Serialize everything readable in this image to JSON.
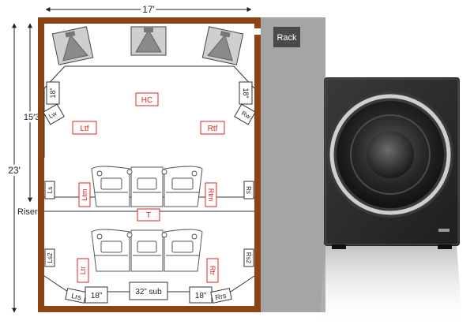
{
  "dimensions": {
    "width": "17′",
    "front_depth": "15′3″",
    "total_depth": "23′"
  },
  "riser_label": "Riser",
  "rack_label": "Rack",
  "colors": {
    "wall": "#8b4513",
    "outer": "#a0a0a0",
    "speaker_tag": "#e02020",
    "subwoofer_body": "#2d2d2d"
  },
  "speakers": {
    "hc": "HC",
    "ltf": "Ltf",
    "rtf": "Rtf",
    "ltm": "Ltm",
    "rtm": "Rtm",
    "t": "T",
    "ltr": "Ltr",
    "rtr": "Rtr"
  },
  "surrounds": {
    "lw": "Lw",
    "rw": "Rw",
    "ls": "Ls",
    "rs": "Rs",
    "ls2": "Ls2",
    "rs2": "Rs2",
    "lrs": "Lrs",
    "rrs": "Rrs"
  },
  "subs": {
    "front_left": "18”",
    "front_right": "18”",
    "rear_left": "18”",
    "rear_right": "18”",
    "center": "32” sub"
  },
  "front_speaker_icons": [
    "speaker-icon",
    "speaker-icon",
    "speaker-icon"
  ],
  "subwoofer_icon": "subwoofer-icon"
}
